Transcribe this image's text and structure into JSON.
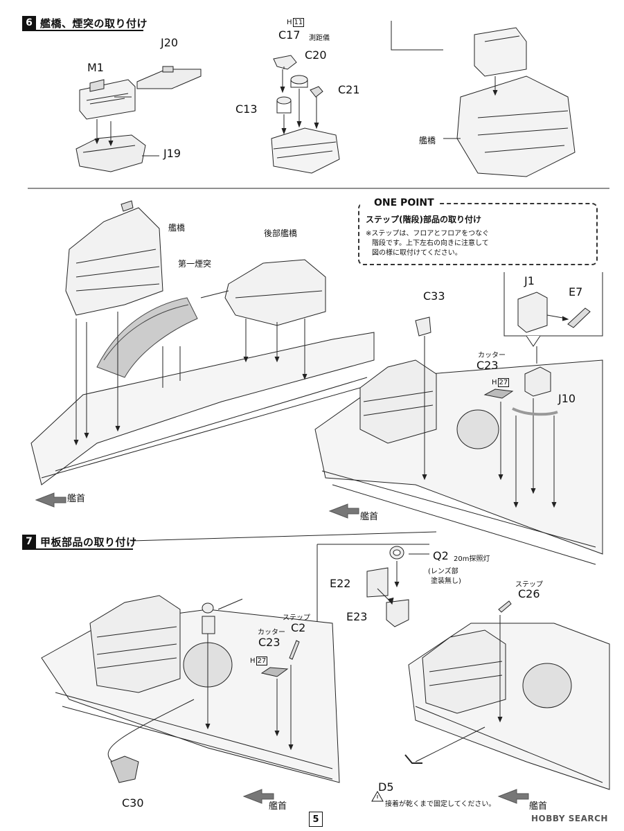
{
  "steps": [
    {
      "num": "6",
      "title": "艦橋、煙突の取り付け"
    },
    {
      "num": "7",
      "title": "甲板部品の取り付け"
    }
  ],
  "step6_top": {
    "J20": "J20",
    "M1": "M1",
    "J19": "J19",
    "H11_prefix": "H",
    "H11_box": "11",
    "C17": "C17",
    "C17_note": "測距儀",
    "C20": "C20",
    "C21": "C21",
    "C13": "C13",
    "bridge_label": "艦橋"
  },
  "step6_main": {
    "bridge": "艦橋",
    "funnel": "第一煙突",
    "rear_bridge": "後部艦橋",
    "bow": "艦首",
    "C33": "C33",
    "cutter_note": "カッター",
    "C23": "C23",
    "H27_prefix": "H",
    "H27_box": "27",
    "J1": "J1",
    "E7": "E7",
    "J10": "J10",
    "bow2": "艦首"
  },
  "one_point": {
    "title": "ONE POINT",
    "heading": "ステップ(階段)部品の取り付け",
    "body_1": "※ステップは、フロアとフロアをつなぐ",
    "body_2": "階段です。上下左右の向きに注意して",
    "body_3": "図の様に取付けてください。"
  },
  "step7": {
    "Q2": "Q2",
    "Q2_note": "20m探照灯",
    "lens_note_1": "(レンズ部",
    "lens_note_2": "塗装無し)",
    "E22": "E22",
    "E23": "E23",
    "step_note_1": "ステップ",
    "C2": "C2",
    "cutter_note": "カッター",
    "C23": "C23",
    "H27_prefix": "H",
    "H27_box": "27",
    "step_note_2": "ステップ",
    "C26": "C26",
    "C30": "C30",
    "D5": "D5",
    "bow_left": "艦首",
    "bow_right": "艦首",
    "glue_warning": "接着が乾くまで固定してください。"
  },
  "page_number": "5",
  "watermark": "HOBBY SEARCH"
}
